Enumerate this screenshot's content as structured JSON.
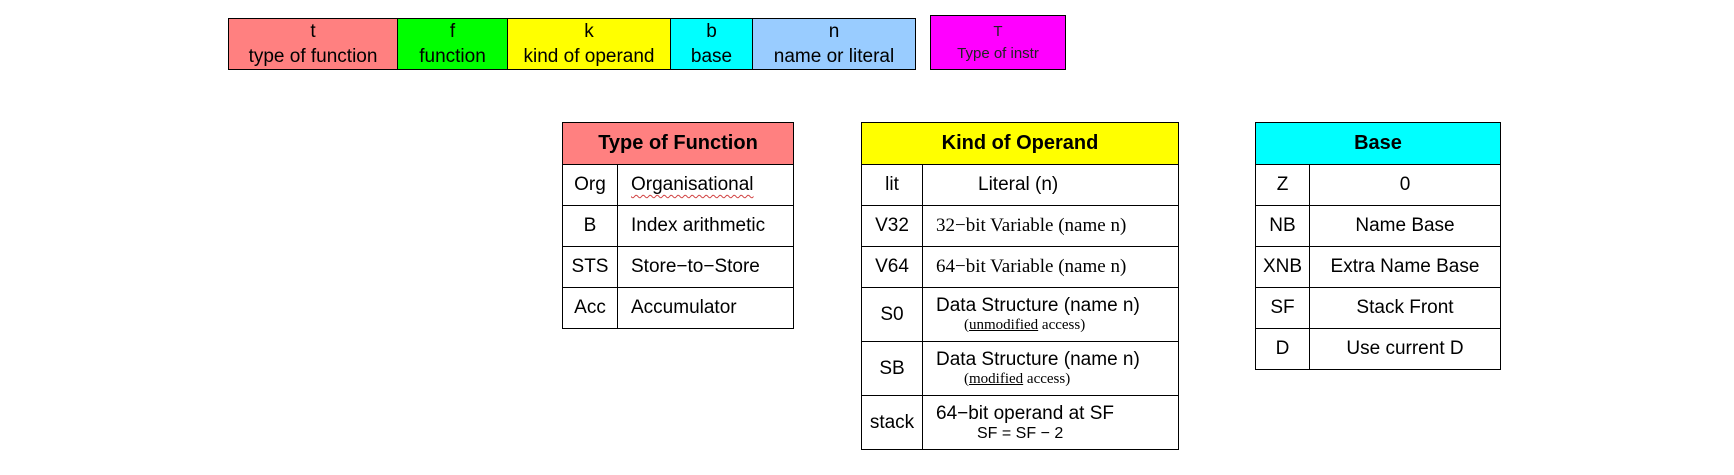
{
  "legend": [
    {
      "letter": "t",
      "label": "type of function",
      "color": "#ff8080"
    },
    {
      "letter": "f",
      "label": "function",
      "color": "#00ff00"
    },
    {
      "letter": "k",
      "label": "kind of operand",
      "color": "#ffff00"
    },
    {
      "letter": "b",
      "label": "base",
      "color": "#00ffff"
    },
    {
      "letter": "n",
      "label": "name or literal",
      "color": "#99ccff"
    }
  ],
  "type_box": {
    "letter": "T",
    "label": "Type of instr",
    "color": "#ff00ff"
  },
  "type_of_function": {
    "title": "Type of Function",
    "color": "#ff8080",
    "rows": [
      {
        "code": "Org",
        "desc": "Organisational"
      },
      {
        "code": "B",
        "desc": "Index arithmetic"
      },
      {
        "code": "STS",
        "desc": "Store−to−Store"
      },
      {
        "code": "Acc",
        "desc": "Accumulator"
      }
    ]
  },
  "kind_of_operand": {
    "title": "Kind of Operand",
    "color": "#ffff00",
    "rows": [
      {
        "code": "lit",
        "desc": "Literal (n)"
      },
      {
        "code": "V32",
        "desc": "32−bit Variable (name n)"
      },
      {
        "code": "V64",
        "desc": "64−bit Variable (name n)"
      },
      {
        "code": "S0",
        "desc": "Data Structure (name n)",
        "sub_pre": "(",
        "sub_u": "unmodified",
        "sub_post": " access)"
      },
      {
        "code": "SB",
        "desc": "Data Structure (name n)",
        "sub_pre": "(",
        "sub_u": "modified",
        "sub_post": " access)"
      },
      {
        "code": "stack",
        "desc": "64−bit operand at SF",
        "sub": "SF = SF − 2"
      }
    ]
  },
  "base": {
    "title": "Base",
    "color": "#00ffff",
    "rows": [
      {
        "code": "Z",
        "desc": "0"
      },
      {
        "code": "NB",
        "desc": "Name Base"
      },
      {
        "code": "XNB",
        "desc": "Extra Name Base"
      },
      {
        "code": "SF",
        "desc": "Stack Front"
      },
      {
        "code": "D",
        "desc": "Use current D"
      }
    ]
  }
}
